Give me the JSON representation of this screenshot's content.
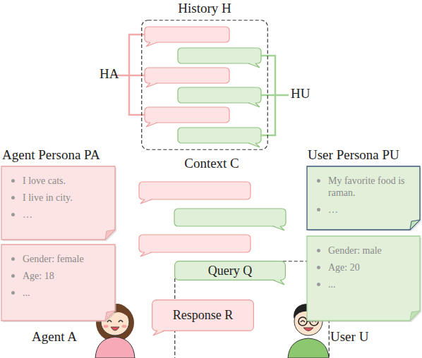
{
  "diagram": {
    "nodes": [
      {
        "text": [
          "History H"
        ]
      },
      {
        "text": [
          "Agent Persona PA",
          "I love cats.",
          "I live in city.",
          "…"
        ]
      },
      {
        "text": [
          "Context C"
        ]
      },
      {
        "text": [
          "Query Q"
        ],
        "in": 2
      },
      {
        "text": [
          "User Persona PU",
          "My favorite food is raman.",
          "…"
        ]
      },
      {
        "text": [
          "Gender: female",
          "Age: 18",
          "..."
        ]
      },
      {
        "text": [
          "Gender: male",
          "Age: 20",
          "..."
        ]
      },
      {
        "text": [
          "Response R"
        ]
      }
    ],
    "labels": [
      "HA",
      "HU",
      "Agent A",
      "User U"
    ]
  }
}
